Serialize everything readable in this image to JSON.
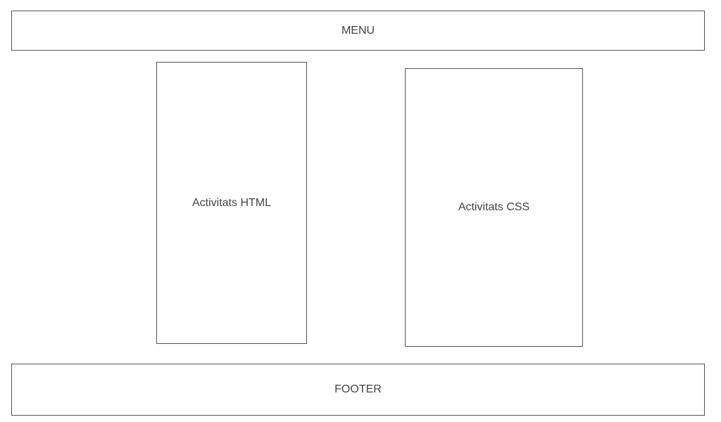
{
  "menu": {
    "label": "MENU"
  },
  "sections": {
    "html_activities": {
      "label": "Activitats HTML"
    },
    "css_activities": {
      "label": "Activitats CSS"
    }
  },
  "footer": {
    "label": "FOOTER"
  },
  "colors": {
    "border": "#555555",
    "text": "#444444",
    "background": "#ffffff"
  }
}
